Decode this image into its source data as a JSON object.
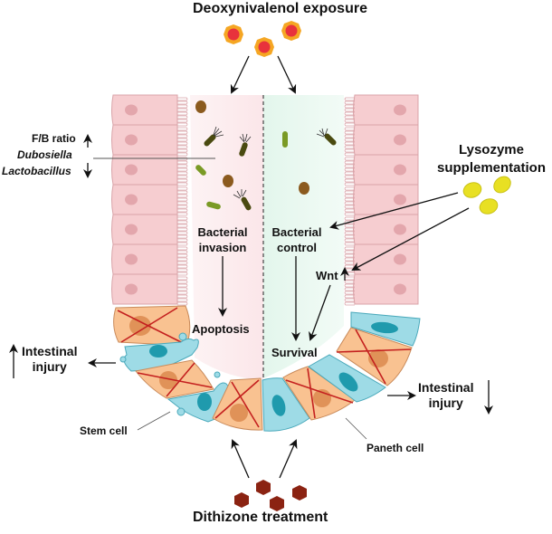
{
  "title_top": "Deoxynivalenol exposure",
  "title_bottom": "Dithizone treatment",
  "microbiota": {
    "fb_ratio": "F/B ratio",
    "dubosiella": "Dubosiella",
    "lactobacillus": "Lactobacillus"
  },
  "left_lumen": {
    "bacterial_line1": "Bacterial",
    "bacterial_line2": "invasion",
    "outcome": "Apoptosis"
  },
  "right_lumen": {
    "bacterial_line1": "Bacterial",
    "bacterial_line2": "control",
    "wnt": "Wnt",
    "outcome": "Survival"
  },
  "lysozyme": {
    "line1": "Lysozyme",
    "line2": "supplementation"
  },
  "injury_left": {
    "line1": "Intestinal",
    "line2": "injury",
    "direction": "up"
  },
  "injury_right": {
    "line1": "Intestinal",
    "line2": "injury",
    "direction": "down"
  },
  "cell_labels": {
    "stem": "Stem cell",
    "paneth": "Paneth cell"
  },
  "colors": {
    "don_outer": "#f5a623",
    "don_inner": "#e8323c",
    "lysozyme": "#e8e023",
    "dithizone": "#8b2312",
    "epithelium": "#f6cdd0",
    "nucleus": "#e3a6ac",
    "stem_cell": "#9edbe6",
    "stem_nucleus": "#1f9aad",
    "paneth_cell": "#f9c291",
    "paneth_nucleus": "#d9864a",
    "cross": "#c4201f",
    "left_lumen_bg": "#fdeef0",
    "right_lumen_bg": "#eaf8f1"
  }
}
